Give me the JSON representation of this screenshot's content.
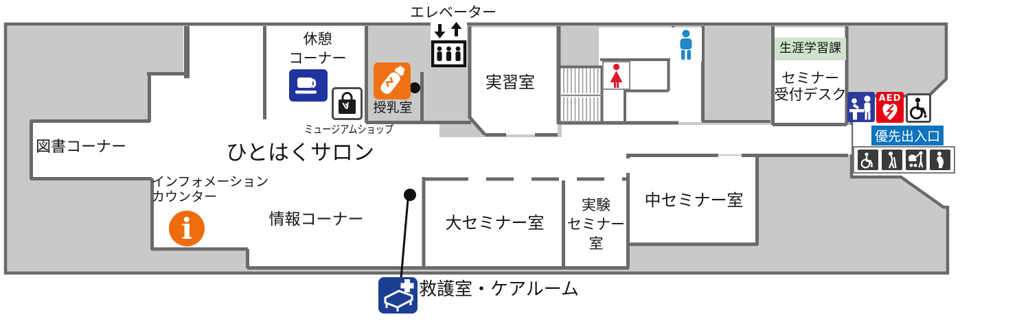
{
  "labels": {
    "elevator": "エレベーター",
    "rest1": "休憩",
    "rest2": "コーナー",
    "museum_shop": "ミュージアムショップ",
    "nursing": "授乳室",
    "training": "実習室",
    "library": "図書コーナー",
    "salon": "ひとはくサロン",
    "info1": "インフォメーション",
    "info2": "カウンター",
    "info_corner": "情報コーナー",
    "large_seminar": "大セミナー室",
    "lab1": "実験",
    "lab2": "セミナー",
    "lab3": "室",
    "mid_seminar": "中セミナー室",
    "lifelong": "生涯学習課",
    "desk1": "セミナー",
    "desk2": "受付デスク",
    "priority": "優先出入口",
    "first_aid": "救護室・ケアルーム",
    "aed": "AED",
    "info_glyph": "i"
  },
  "colors": {
    "floor_gray": "#c9c9c8",
    "wall": "#6a6a6a",
    "icon_navy": "#21339e",
    "orange": "#ed6c0e",
    "nursing_orange": "#ee7216",
    "toilet_blue": "#2187c8",
    "toilet_red": "#e0192d",
    "aed_red": "#e60012",
    "entrance_blue": "#0e74bd",
    "lifelong_green": "#cfe3cc",
    "pictogram_black": "#3a3a3a"
  },
  "icons": {
    "elevator": "elevator-people-arrows",
    "coffee": "coffee-cup",
    "shop": "shopping-bag",
    "nursing": "baby-bottle",
    "info": "information-i",
    "male_toilet": "man-pictogram",
    "female_toilet": "woman-pictogram",
    "reception": "reception-counter",
    "aed": "aed-heart",
    "wheelchair": "wheelchair",
    "entrance_strip": [
      "wheelchair",
      "cane-user",
      "stroller",
      "pregnant-woman"
    ],
    "first_aid": "bed-with-cross",
    "stairs": "staircase"
  }
}
